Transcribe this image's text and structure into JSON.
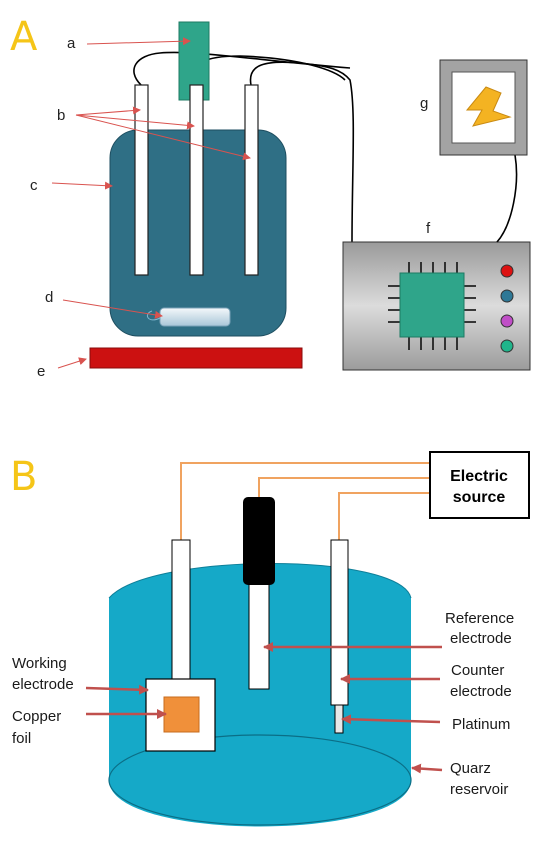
{
  "panel_a": {
    "letter": "A",
    "labels": {
      "a": "a",
      "b": "b",
      "c": "c",
      "d": "d",
      "e": "e",
      "f": "f",
      "g": "g"
    },
    "colors": {
      "vessel": "#2f6f85",
      "hotplate": "#cc1111",
      "chip": "#2fa58a",
      "arrows": "#d9534f"
    },
    "indicator_lights": [
      "#dd1111",
      "#2e7896",
      "#c04ec7",
      "#20b58b"
    ],
    "monitor_icon": "lightning-bolt-icon"
  },
  "panel_b": {
    "letter": "B",
    "source": {
      "line1": "Electric",
      "line2": "source"
    },
    "labels": {
      "reference": [
        "Reference",
        "electrode"
      ],
      "counter": [
        "Counter",
        "electrode"
      ],
      "platinum": "Platinum",
      "quarz": [
        "Quarz",
        "reservoir"
      ],
      "working": [
        "Working",
        "electrode"
      ],
      "copper": [
        "Copper",
        "foil"
      ]
    },
    "colors": {
      "reservoir": "#15a9c8",
      "wires": "#f0a360",
      "copper_foil": "#f0903a",
      "arrows": "#c0504d"
    }
  }
}
